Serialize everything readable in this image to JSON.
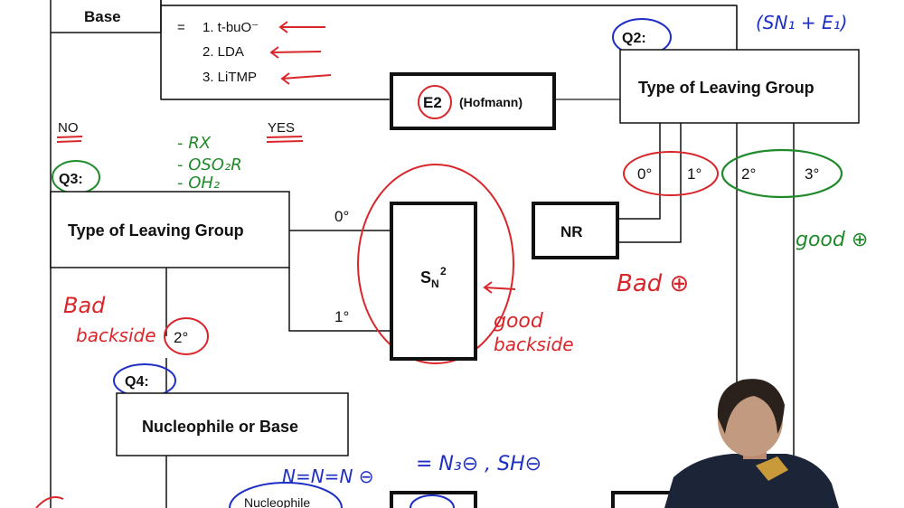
{
  "top": {
    "base_label": "Base",
    "base_list": {
      "eq": "=",
      "item1": "1. t-buO⁻",
      "item2": "2. LDA",
      "item3": "3. LiTMP"
    },
    "e2_label": "E2",
    "e2_sub": "(Hofmann)"
  },
  "q2": {
    "tag": "Q2:",
    "box_label": "Type of Leaving Group",
    "annotation": "(SN₁ + E₁)",
    "branches": [
      "0°",
      "1°",
      "2°",
      "3°"
    ],
    "bad_note": "Bad ⊕",
    "good_note": "good ⊕"
  },
  "q3": {
    "no_label": "NO",
    "yes_label": "YES",
    "tag": "Q3:",
    "box_label": "Type of Leaving Group",
    "branches": [
      "0°",
      "1°",
      "2°"
    ],
    "hand_list": [
      "- RX",
      "- OSO₂R",
      "- OH₂",
      "⊖"
    ],
    "bad_note_1": "Bad",
    "bad_note_2": "backside",
    "good_note_1": "good",
    "good_note_2": "backside"
  },
  "middle": {
    "nr_label": "NR",
    "sn2_label": "S",
    "sn2_sub": "N",
    "sn2_sup": "2"
  },
  "q4": {
    "tag": "Q4:",
    "box_label": "Nucleophile or Base",
    "hand_formula": "N=N=N ⊖",
    "hand_eq": "= N₃⊖ , SH⊖",
    "bubble_label": "Nucleophile"
  },
  "colors": {
    "ink": "#111111",
    "red": "#d9262b",
    "blue": "#1f2fc4",
    "green": "#1f8a2a"
  }
}
